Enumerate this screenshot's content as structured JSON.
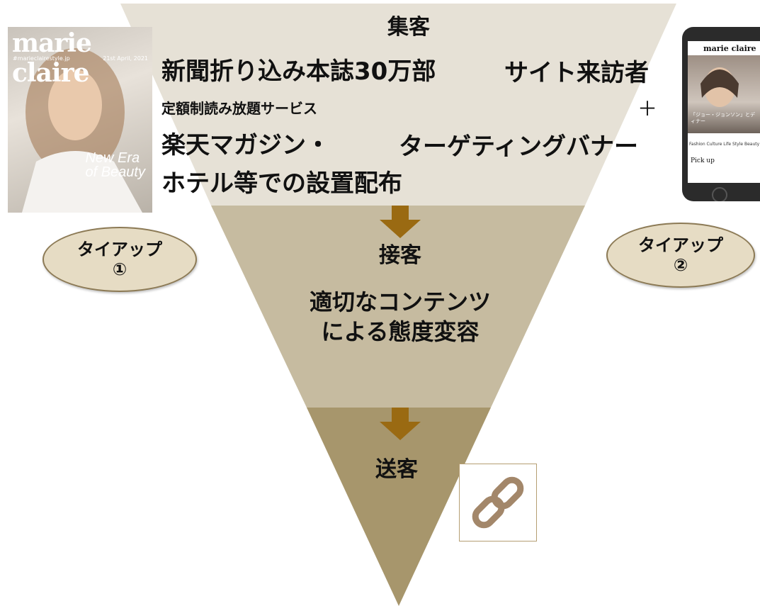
{
  "stages": [
    {
      "title": "集客",
      "color": "#e6e1d6"
    },
    {
      "title": "接客",
      "color": "#c6bba0"
    },
    {
      "title": "送客",
      "color": "#a7966c"
    }
  ],
  "top_left": {
    "line1": "新聞折り込み本誌30万部",
    "line2": "定額制読み放題サービス",
    "line3": "楽天マガジン・",
    "line4": "ホテル等での設置配布"
  },
  "top_right": {
    "line1": "サイト来訪者",
    "plus": "＋",
    "line2": "ターゲティングバナー"
  },
  "middle": {
    "line1": "適切なコンテンツ",
    "line2": "による態度変容"
  },
  "tieups": [
    {
      "line1": "タイアップ",
      "line2": "①"
    },
    {
      "line1": "タイアップ",
      "line2": "②"
    }
  ],
  "magazine": {
    "logo": "marie claire",
    "sub": "#marieclairestyle.jp",
    "date": "21st April, 2021",
    "headline1": "New Era",
    "headline2": "of Beauty"
  },
  "phone": {
    "logo": "marie claire",
    "caption": "「ジョー・ジョンソン」とディナー",
    "nav": "Fashion  Culture  Life Style  Beauty",
    "pick": "Pick up"
  },
  "colors": {
    "arrow": "#9a6a12",
    "ellipse_fill": "#e6dcc4",
    "link_icon": "#a3876a"
  },
  "icons": {
    "link": "link-icon",
    "arrow": "arrow-down-icon"
  }
}
